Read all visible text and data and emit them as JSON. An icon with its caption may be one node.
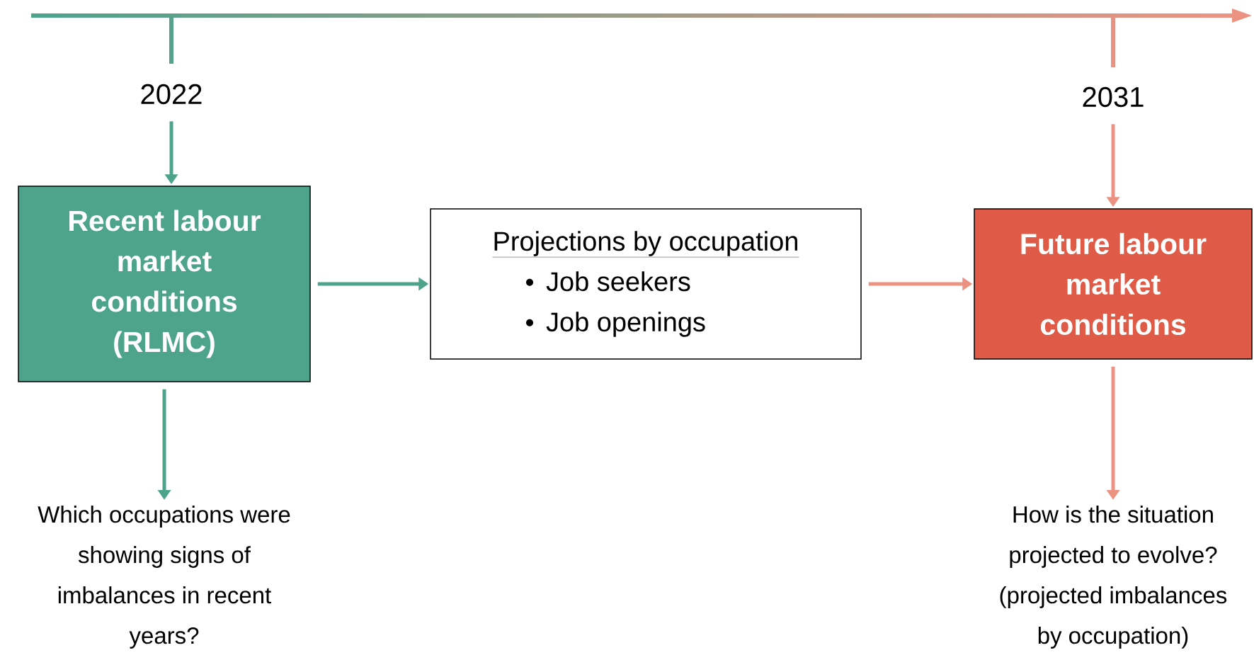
{
  "diagram": {
    "nodes": [
      {
        "text": [
          "2022"
        ]
      },
      {
        "text": [
          "2031"
        ]
      },
      {
        "text": [
          "Recent labour market conditions (RLMC)"
        ]
      },
      {
        "text": [
          "Projections by occupation",
          "Job seekers",
          "Job openings"
        ]
      },
      {
        "text": [
          "Future labour market conditions"
        ]
      },
      {
        "text": [
          "Which occupations were showing signs of imbalances in recent years?"
        ]
      },
      {
        "text": [
          "How is the situation projected to evolve? (projected imbalances by occupation)"
        ]
      }
    ],
    "edges": [
      {
        "from": 0,
        "to": 2,
        "arrow": "to",
        "color": "#4ea38b"
      },
      {
        "from": 1,
        "to": 4,
        "arrow": "to",
        "color": "#eb9282"
      },
      {
        "from": 2,
        "to": 3,
        "arrow": "to",
        "color": "#4ea38b"
      },
      {
        "from": 3,
        "to": 4,
        "arrow": "to",
        "color": "#eb9282"
      },
      {
        "from": 2,
        "to": 5,
        "arrow": "to",
        "color": "#4ea38b"
      },
      {
        "from": 4,
        "to": 6,
        "arrow": "to",
        "color": "#eb9282"
      }
    ]
  }
}
